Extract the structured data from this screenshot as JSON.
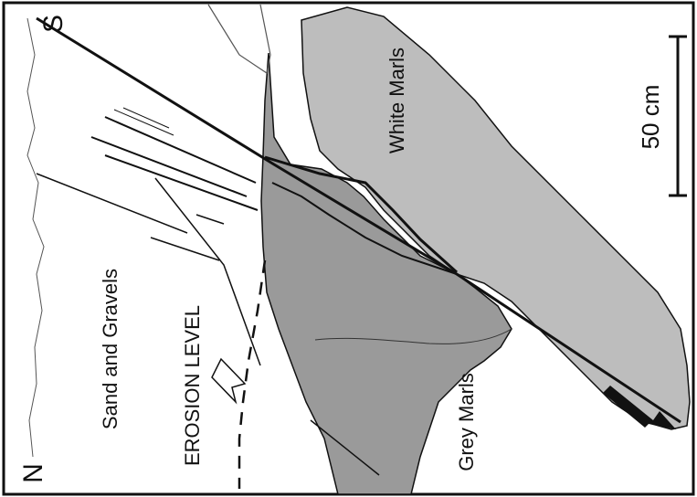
{
  "labels": {
    "north": "N",
    "south": "S",
    "white_marls": "White Marls",
    "grey_marls": "Grey Marls",
    "sand_gravels": "Sand and Gravels",
    "erosion_level": "EROSION LEVEL",
    "scale": "50 cm"
  },
  "colors": {
    "grey_marls_fill": "#9a9a9a",
    "white_marls_fill": "#bdbdbd",
    "line": "#111111",
    "background": "#ffffff"
  }
}
